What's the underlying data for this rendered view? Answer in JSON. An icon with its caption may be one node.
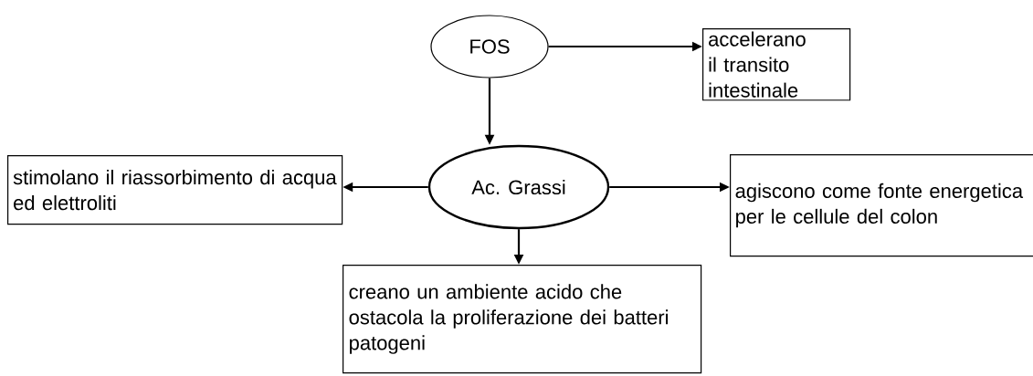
{
  "diagram": {
    "nodes": [
      {
        "text": [
          "FOS"
        ]
      },
      {
        "text": [
          "accelerano il transito intestinale"
        ]
      },
      {
        "text": [
          "Ac. Grassi"
        ]
      },
      {
        "text": [
          "stimolano il riassorbimento di acqua ed elettroliti"
        ]
      },
      {
        "text": [
          "agiscono come fonte energetica per le cellule del colon"
        ]
      },
      {
        "text": [
          "creano un ambiente acido che ostacola la proliferazione dei batteri patogeni"
        ]
      }
    ],
    "edges": [
      {
        "from": 0,
        "to": 1,
        "arrow": "to"
      },
      {
        "from": 0,
        "to": 2,
        "arrow": "to"
      },
      {
        "from": 2,
        "to": 3,
        "arrow": "to"
      },
      {
        "from": 2,
        "to": 4,
        "arrow": "to"
      },
      {
        "from": 2,
        "to": 5,
        "arrow": "to"
      }
    ]
  }
}
